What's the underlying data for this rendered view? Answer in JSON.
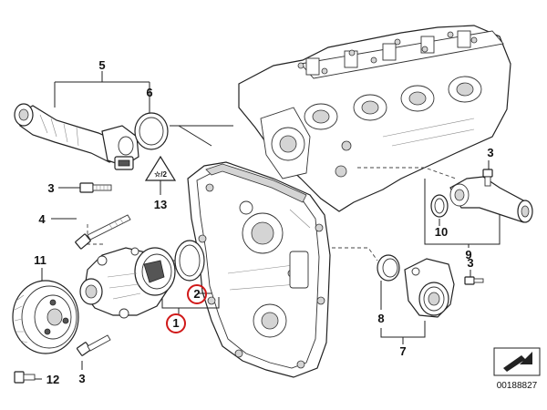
{
  "diagram": {
    "callouts": {
      "c1": "1",
      "c2": "2",
      "c3a": "3",
      "c3b": "3",
      "c3c": "3",
      "c3d": "3",
      "c4": "4",
      "c5": "5",
      "c6": "6",
      "c7": "7",
      "c8": "8",
      "c9": "9",
      "c10": "10",
      "c11": "11",
      "c12": "12",
      "c13": "13"
    },
    "highlight_color": "#d01919",
    "highlighted_callouts": [
      "1",
      "2"
    ],
    "warning_label": "☆/2",
    "document_number": "00188827"
  }
}
